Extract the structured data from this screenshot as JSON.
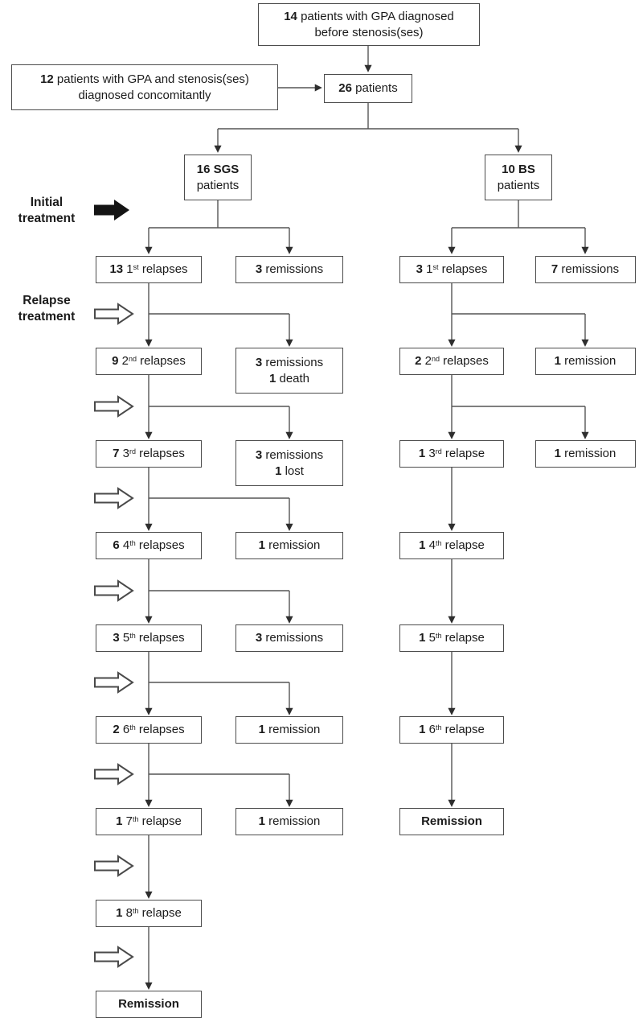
{
  "figure_type": "patient-flowchart",
  "colors": {
    "background": "#ffffff",
    "box_border": "#4c4c4c",
    "line": "#555555",
    "text": "#1b1b1b",
    "solid_arrow_fill": "#141414",
    "hollow_arrow_fill": "#ffffff"
  },
  "top": {
    "box14": {
      "lines": [
        [
          {
            "t": "14",
            "b": true
          },
          {
            "t": " patients with GPA diagnosed"
          }
        ],
        [
          {
            "t": "before stenosis(ses)"
          }
        ]
      ]
    },
    "box12": {
      "lines": [
        [
          {
            "t": "12",
            "b": true
          },
          {
            "t": " patients with GPA and stenosis(ses)"
          }
        ],
        [
          {
            "t": "diagnosed concomitantly"
          }
        ]
      ]
    },
    "box26": {
      "lines": [
        [
          {
            "t": "26",
            "b": true
          },
          {
            "t": " patients"
          }
        ]
      ]
    }
  },
  "labels": {
    "initial": {
      "lines": [
        [
          {
            "t": "Initial"
          }
        ],
        [
          {
            "t": "treatment"
          }
        ]
      ]
    },
    "relapse": {
      "lines": [
        [
          {
            "t": "Relapse"
          }
        ],
        [
          {
            "t": "treatment"
          }
        ]
      ]
    }
  },
  "branches": {
    "sgs": {
      "header": [
        [
          {
            "t": "16 SGS",
            "b": true
          }
        ],
        [
          {
            "t": "patients"
          }
        ]
      ],
      "relapses": [
        [
          [
            {
              "t": "13",
              "b": true
            },
            {
              "t": " 1"
            },
            {
              "t": "st",
              "s": true
            },
            {
              "t": " relapses"
            }
          ]
        ],
        [
          [
            {
              "t": "9",
              "b": true
            },
            {
              "t": " 2"
            },
            {
              "t": "nd",
              "s": true
            },
            {
              "t": " relapses"
            }
          ]
        ],
        [
          [
            {
              "t": "7",
              "b": true
            },
            {
              "t": " 3"
            },
            {
              "t": "rd",
              "s": true
            },
            {
              "t": " relapses"
            }
          ]
        ],
        [
          [
            {
              "t": "6",
              "b": true
            },
            {
              "t": " 4"
            },
            {
              "t": "th",
              "s": true
            },
            {
              "t": " relapses"
            }
          ]
        ],
        [
          [
            {
              "t": "3",
              "b": true
            },
            {
              "t": " 5"
            },
            {
              "t": "th",
              "s": true
            },
            {
              "t": " relapses"
            }
          ]
        ],
        [
          [
            {
              "t": "2",
              "b": true
            },
            {
              "t": " 6"
            },
            {
              "t": "th",
              "s": true
            },
            {
              "t": " relapses"
            }
          ]
        ],
        [
          [
            {
              "t": "1",
              "b": true
            },
            {
              "t": " 7"
            },
            {
              "t": "th",
              "s": true
            },
            {
              "t": " relapse"
            }
          ]
        ],
        [
          [
            {
              "t": "1",
              "b": true
            },
            {
              "t": " 8"
            },
            {
              "t": "th",
              "s": true
            },
            {
              "t": " relapse"
            }
          ]
        ],
        [
          [
            {
              "t": "Remission",
              "b": true
            }
          ]
        ]
      ],
      "remissions": [
        [
          [
            {
              "t": "3",
              "b": true
            },
            {
              "t": " remissions"
            }
          ]
        ],
        [
          [
            {
              "t": "3",
              "b": true
            },
            {
              "t": " remissions"
            }
          ],
          [
            {
              "t": "1",
              "b": true
            },
            {
              "t": " death"
            }
          ]
        ],
        [
          [
            {
              "t": "3",
              "b": true
            },
            {
              "t": " remissions"
            }
          ],
          [
            {
              "t": "1",
              "b": true
            },
            {
              "t": " lost"
            }
          ]
        ],
        [
          [
            {
              "t": "1",
              "b": true
            },
            {
              "t": " remission"
            }
          ]
        ],
        [
          [
            {
              "t": "3",
              "b": true
            },
            {
              "t": " remissions"
            }
          ]
        ],
        [
          [
            {
              "t": "1",
              "b": true
            },
            {
              "t": " remission"
            }
          ]
        ],
        [
          [
            {
              "t": "1",
              "b": true
            },
            {
              "t": " remission"
            }
          ]
        ],
        null,
        null
      ]
    },
    "bs": {
      "header": [
        [
          {
            "t": "10 BS",
            "b": true
          }
        ],
        [
          {
            "t": "patients"
          }
        ]
      ],
      "relapses": [
        [
          [
            {
              "t": "3",
              "b": true
            },
            {
              "t": " 1"
            },
            {
              "t": "st",
              "s": true
            },
            {
              "t": " relapses"
            }
          ]
        ],
        [
          [
            {
              "t": "2",
              "b": true
            },
            {
              "t": " 2"
            },
            {
              "t": "nd",
              "s": true
            },
            {
              "t": " relapses"
            }
          ]
        ],
        [
          [
            {
              "t": "1",
              "b": true
            },
            {
              "t": " 3"
            },
            {
              "t": "rd",
              "s": true
            },
            {
              "t": " relapse"
            }
          ]
        ],
        [
          [
            {
              "t": "1",
              "b": true
            },
            {
              "t": " 4"
            },
            {
              "t": "th",
              "s": true
            },
            {
              "t": " relapse"
            }
          ]
        ],
        [
          [
            {
              "t": "1",
              "b": true
            },
            {
              "t": " 5"
            },
            {
              "t": "th",
              "s": true
            },
            {
              "t": " relapse"
            }
          ]
        ],
        [
          [
            {
              "t": "1",
              "b": true
            },
            {
              "t": " 6"
            },
            {
              "t": "th",
              "s": true
            },
            {
              "t": " relapse"
            }
          ]
        ],
        [
          [
            {
              "t": "Remission",
              "b": true
            }
          ]
        ]
      ],
      "remissions": [
        [
          [
            {
              "t": "7",
              "b": true
            },
            {
              "t": " remissions"
            }
          ]
        ],
        [
          [
            {
              "t": "1",
              "b": true
            },
            {
              "t": " remission"
            }
          ]
        ],
        [
          [
            {
              "t": "1",
              "b": true
            },
            {
              "t": " remission"
            }
          ]
        ],
        null,
        null,
        null,
        null
      ]
    }
  }
}
